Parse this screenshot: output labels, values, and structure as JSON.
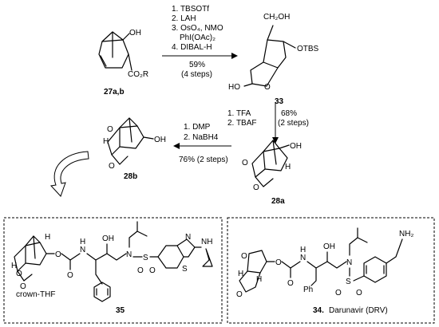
{
  "compounds": {
    "c27": {
      "label": "27a,b",
      "oh": "OH",
      "ester": "CO₂R"
    },
    "c33": {
      "label": "33",
      "ch2oh": "CH₂OH",
      "otbs": "OTBS",
      "ho": "HO"
    },
    "c28a": {
      "label": "28a",
      "oh": "OH",
      "h": "H"
    },
    "c28b": {
      "label": "28b",
      "oh": "OH",
      "h": "H"
    },
    "c35": {
      "label": "35",
      "caption": "crown-THF",
      "oh": "OH",
      "h1": "H",
      "h2": "H",
      "n": "N",
      "o": "O",
      "s": "S",
      "nh": "NH"
    },
    "c34": {
      "label": "34.",
      "caption": "Darunavir (DRV)",
      "oh": "OH",
      "h1": "H",
      "h2": "H",
      "nh2": "NH₂",
      "n": "N",
      "o": "O",
      "s": "S",
      "ph": "Ph"
    }
  },
  "steps": {
    "step1": {
      "reagents": [
        "1. TBSOTf",
        "2. LAH",
        "3. OsO₄, NMO",
        "PhI(OAc)₂",
        "4. DIBAL-H"
      ],
      "yield": "59%",
      "note": "(4 steps)"
    },
    "step2": {
      "reagents": [
        "1. TFA",
        "2. TBAF"
      ],
      "yield": "68%",
      "note": "(2 steps)"
    },
    "step3": {
      "reagents": [
        "1. DMP",
        "2. NaBH4"
      ],
      "yield": "76% (2 steps)"
    }
  },
  "colors": {
    "ink": "#000000",
    "background": "#ffffff",
    "arrow_fill": "#ffffff"
  }
}
